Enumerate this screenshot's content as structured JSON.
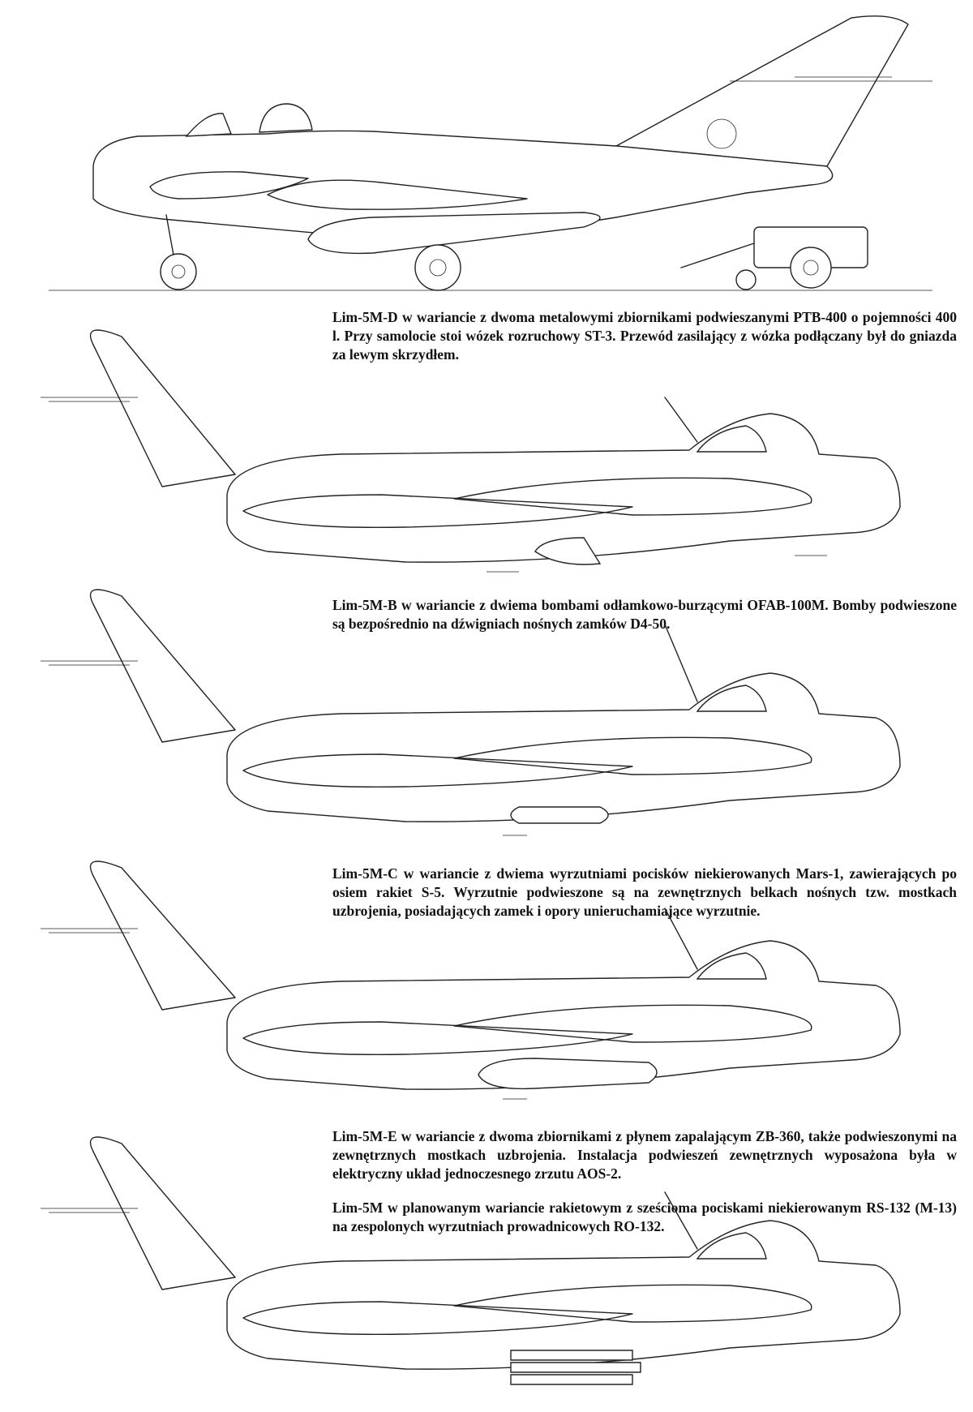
{
  "captions": [
    "Lim-5M-D w wariancie z dwoma metalowymi zbiornikami podwieszanymi PTB-400 o pojemności 400 l. Przy samolocie stoi wózek rozruchowy ST-3. Przewód zasilający z wózka podłączany był do gniazda za lewym skrzydłem.",
    "Lim-5M-B w wariancie z dwiema bombami odłamkowo-burzącymi OFAB-100M. Bomby podwieszone są bezpośrednio na dźwigniach nośnych zamków D4-50.",
    "Lim-5M-C w wariancie z dwiema wyrzutniami pocisków niekierowanych Mars-1, zawierających po osiem rakiet S-5. Wyrzutnie podwieszone są na zewnętrznych belkach nośnych tzw. mostkach uzbrojenia, posiadających zamek i opory unieruchamiające wyrzutnie.",
    "Lim-5M-E w wariancie z dwoma zbiornikami z płynem zapalającym ZB-360, także podwieszonymi na zewnętrznych mostkach uzbrojenia. Instalacja podwieszeń zewnętrznych wyposażona była w elektryczny układ jednoczesnego zrzutu AOS-2.",
    "Lim-5M w planowanym wariancie rakietowym z sześcioma pociskami niekierowanym RS-132 (M-13) na zespolonych wyrzutniach prowadnicowych RO-132."
  ]
}
